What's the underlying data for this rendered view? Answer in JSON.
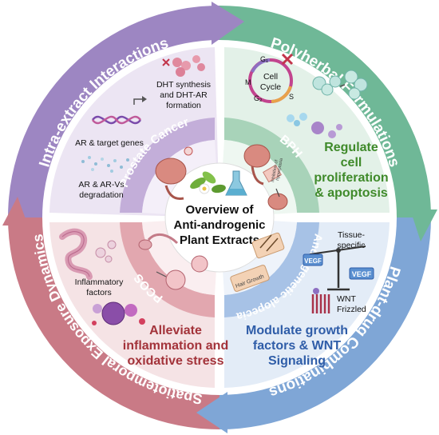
{
  "center": {
    "line1": "Overview of",
    "line2": "Anti-androgenic",
    "line3": "Plant Extracts"
  },
  "outer_ring": {
    "top_left": "Intra-extract Interactions",
    "top_right": "Polyherbal Formulations",
    "bottom_right": "Plant-drug Combinations",
    "bottom_left": "Spatiotemporal Exposure Dynamics"
  },
  "inner_ring": {
    "top_left": "Prostate Cancer",
    "top_right": "BPH",
    "bottom_right": "Androgenetic alopecia",
    "bottom_left": "PCOS"
  },
  "quadrant_top_left": {
    "dht_line1": "DHT synthesis",
    "dht_line2": "and DHT-AR",
    "dht_line3": "formation",
    "target_genes": "AR & target genes",
    "degradation_line1": "AR & AR-Vs",
    "degradation_line2": "degradation"
  },
  "quadrant_top_right": {
    "cell_cycle_line1": "Cell",
    "cell_cycle_line2": "Cycle",
    "phase_g1": "G₁",
    "phase_m": "M",
    "phase_g2": "G₂",
    "phase_s": "S",
    "bph_note_line1": "Inhibition of",
    "bph_note_line2": "hyperplasia",
    "headline_line1": "Regulate",
    "headline_line2": "cell",
    "headline_line3": "proliferation",
    "headline_line4": "& apoptosis"
  },
  "quadrant_bottom_right": {
    "tissue_line1": "Tissue-",
    "tissue_line2": "specific",
    "vegf_left": "VEGF",
    "vegf_right": "VEGF",
    "hair_growth": "Hair Growth",
    "wnt": "WNT",
    "frizzled": "Frizzled",
    "headline_line1": "Modulate growth",
    "headline_line2": "factors & WNT",
    "headline_line3": "Signaling"
  },
  "quadrant_bottom_left": {
    "inflam_line1": "Inflammatory",
    "inflam_line2": "factors",
    "headline_line1": "Alleviate",
    "headline_line2": "inflammation and",
    "headline_line3": "oxidative stress"
  },
  "colors": {
    "purple": "#9d86c2",
    "green": "#6fb897",
    "blue": "#7fa6d6",
    "red": "#c97a86",
    "purple_light": "#ece5f3",
    "green_light": "#e3f1e8",
    "blue_light": "#e3ecf7",
    "red_light": "#f5e3e5",
    "green_text": "#3f8a2a",
    "blue_text": "#2f5da8",
    "red_text": "#a3333a"
  }
}
